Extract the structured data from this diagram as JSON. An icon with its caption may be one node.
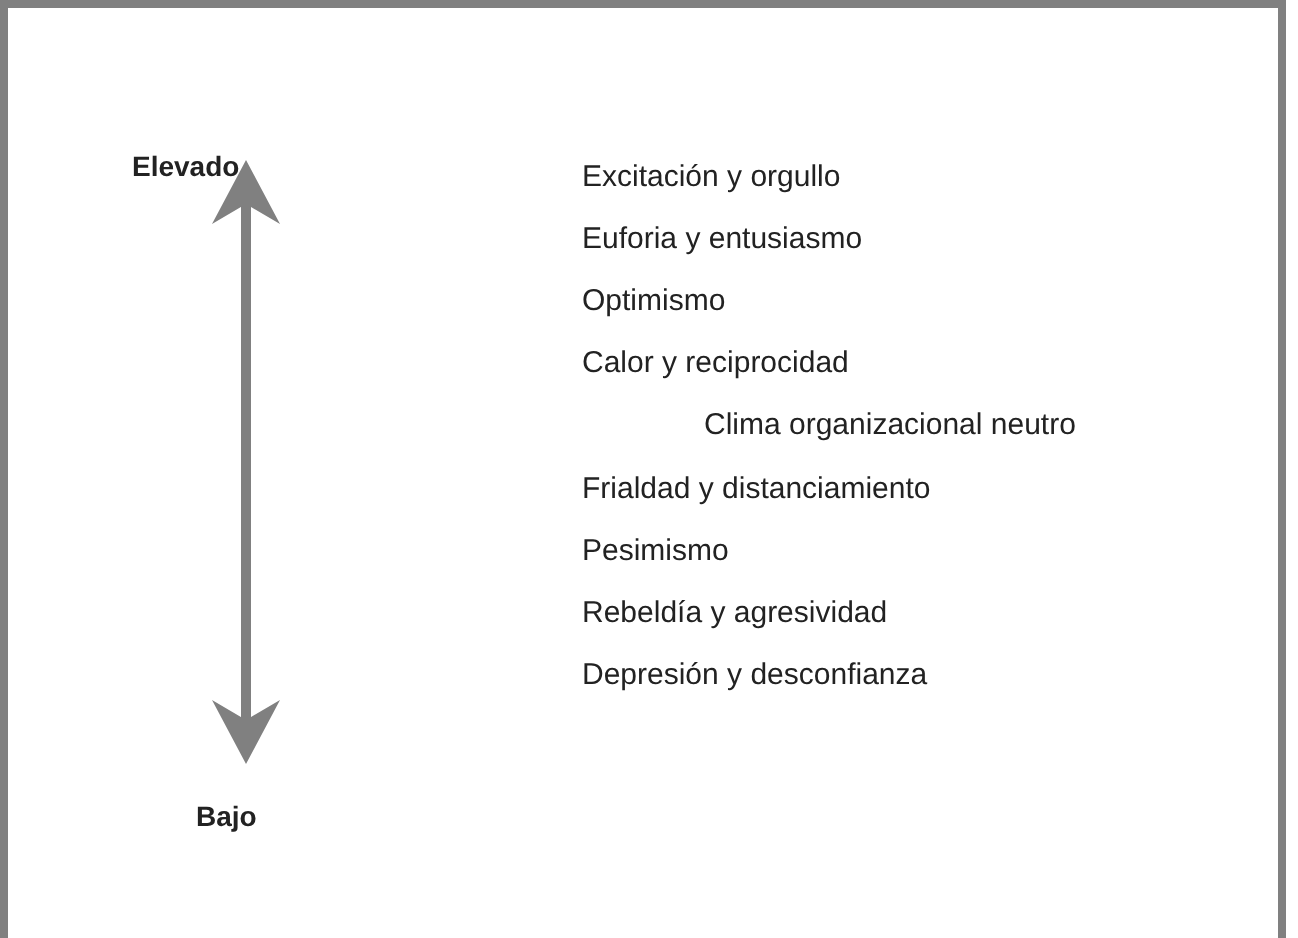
{
  "diagram": {
    "labels": [
      "Elevado",
      "Excitación y orgullo",
      "Euforia y entusiasmo",
      "Optimismo",
      "Calor y reciprocidad",
      "Clima organizacional neutro",
      "Frialdad y distanciamiento",
      "Pesimismo",
      "Rebeldía y agresividad",
      "Depresión y desconfianza",
      "Bajo"
    ]
  }
}
